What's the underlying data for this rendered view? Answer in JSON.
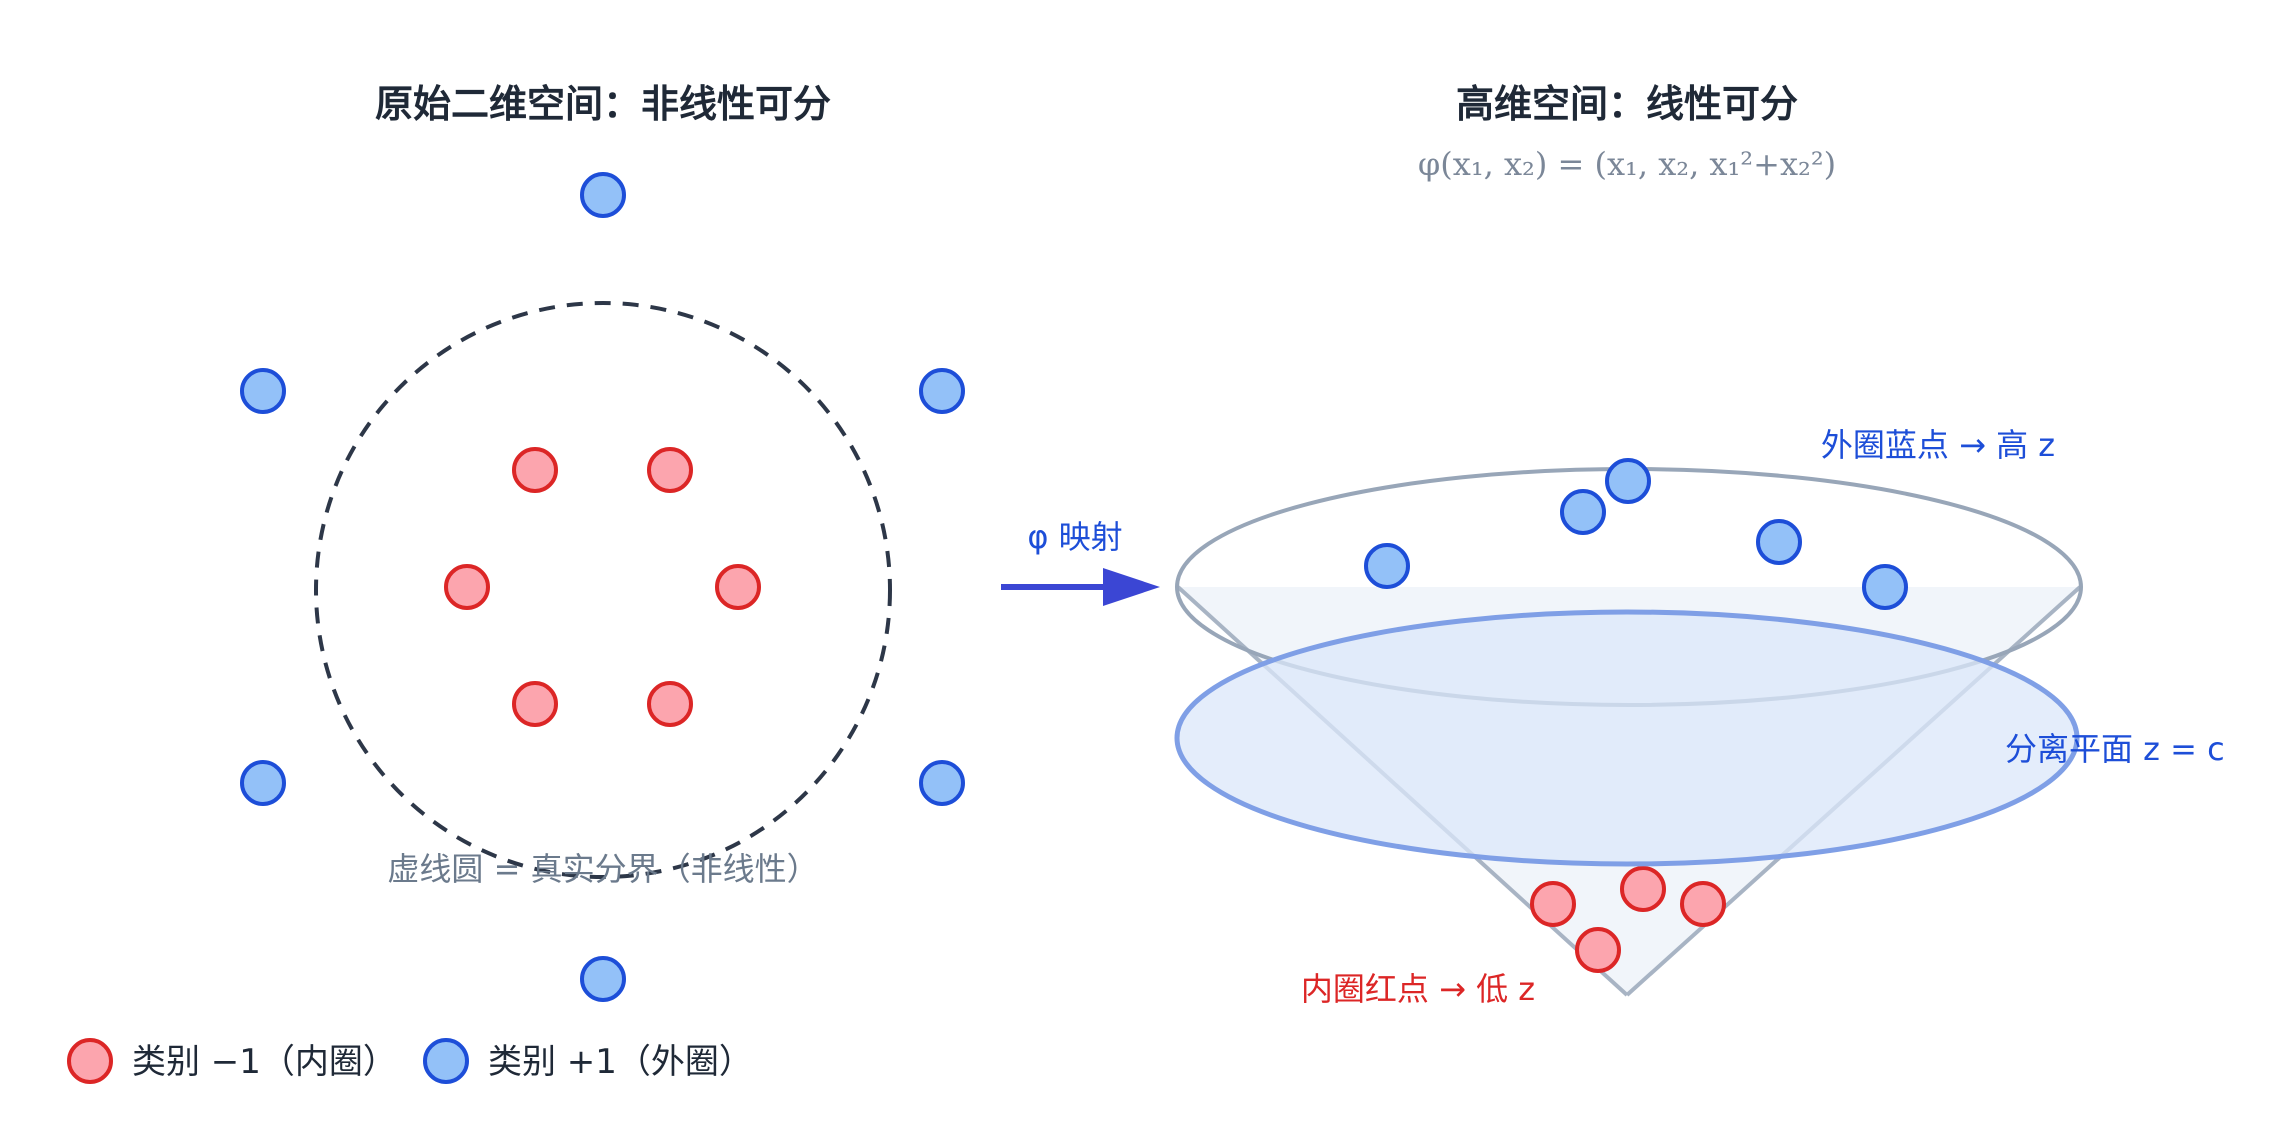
{
  "left_panel": {
    "title": "原始二维空间：非线性可分",
    "boundary_caption": "虚线圆 = 真实分界（非线性）"
  },
  "right_panel": {
    "title": "高维空间：线性可分",
    "formula": "φ(x₁, x₂) = (x₁, x₂, x₁²+x₂²)",
    "outer_label": "外圈蓝点 → 高 z",
    "plane_label": "分离平面 z = c",
    "inner_label": "内圈红点 → 低 z"
  },
  "mapping_arrow": {
    "label": "φ 映射"
  },
  "legend": {
    "items": [
      {
        "label": "类别 −1（内圈）",
        "color": "#dc2626",
        "fill": "#fca5ae"
      },
      {
        "label": "类别 +1（外圈）",
        "color": "#1d4ed8",
        "fill": "#93c1f8"
      }
    ]
  },
  "colors": {
    "red_class": "#dc2626",
    "blue_class": "#1d4ed8",
    "plane": "#dbe7fa",
    "arrow": "#4f46e5"
  }
}
